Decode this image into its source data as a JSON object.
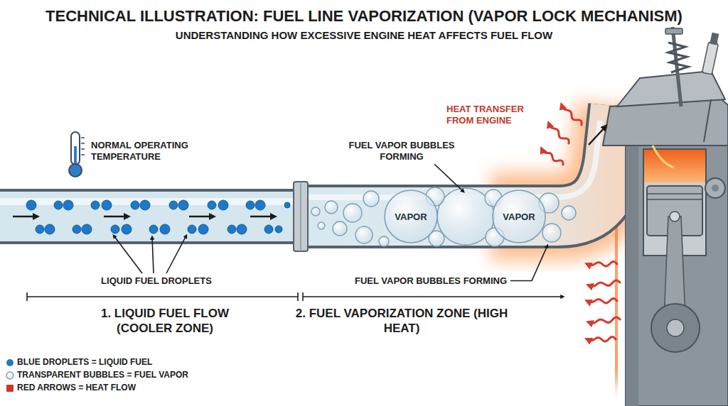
{
  "diagram": {
    "title": "TECHNICAL ILLUSTRATION: FUEL LINE VAPORIZATION (VAPOR LOCK MECHANISM)",
    "nodes": [
      {
        "text": [
          "VAPOR"
        ]
      },
      {
        "text": [
          "VAPOR"
        ]
      }
    ],
    "labels": [
      "UNDERSTANDING HOW EXCESSIVE ENGINE HEAT AFFECTS FUEL FLOW",
      "NORMAL OPERATING TEMPERATURE",
      "HEAT TRANSFER FROM ENGINE",
      "FUEL VAPOR BUBBLES FORMING",
      "LIQUID FUEL DROPLETS",
      "FUEL VAPOR BUBBLES FORMING",
      "1. LIQUID FUEL FLOW (COOLER ZONE)",
      "2. FUEL VAPORIZATION ZONE (HIGH HEAT)"
    ],
    "legend": [
      {
        "text": "BLUE DROPLETS = LIQUID FUEL",
        "color": "#1f78c8"
      },
      {
        "text": "TRANSPARENT BUBBLES = FUEL VAPOR"
      },
      {
        "text": "RED ARROWS = HEAT FLOW",
        "color": "#d0342c"
      }
    ]
  }
}
